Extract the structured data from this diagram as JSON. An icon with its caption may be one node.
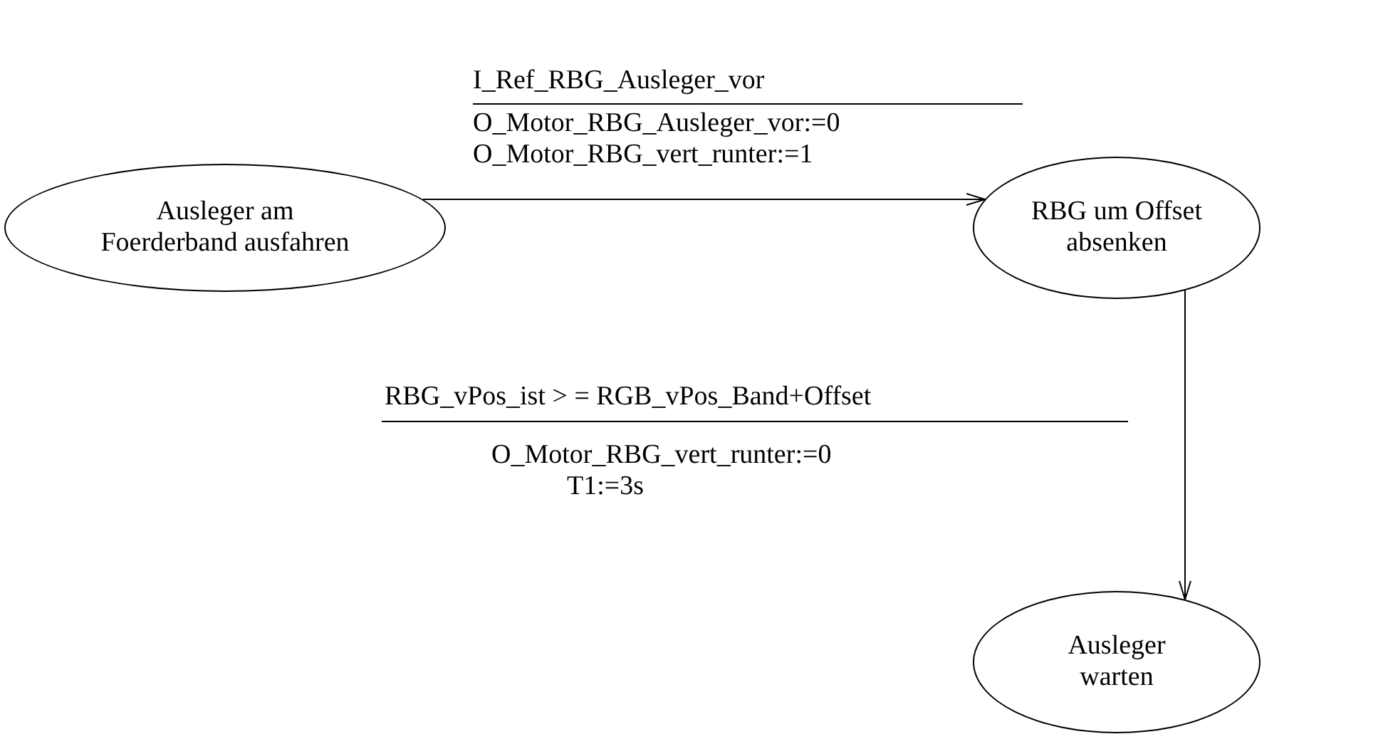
{
  "diagram": {
    "nodes": [
      {
        "text": [
          "Ausleger am Foerderband ausfahren"
        ]
      },
      {
        "text": [
          "RBG um Offset absenken"
        ]
      },
      {
        "text": [
          "Ausleger warten"
        ]
      }
    ],
    "edges": [
      {
        "from": 0,
        "to": 1,
        "arrow": "to",
        "label": "I_Ref_RBG_Ausleger_vor"
      },
      {
        "from": 1,
        "to": 2,
        "arrow": "to"
      }
    ],
    "labels": [
      "O_Motor_RBG_Ausleger_vor:=0",
      "O_Motor_RBG_vert_runter:=1",
      "RBG_vPos_ist > = RGB_vPos_Band+Offset",
      "O_Motor_RBG_vert_runter:=0",
      "T1:=3s"
    ]
  }
}
